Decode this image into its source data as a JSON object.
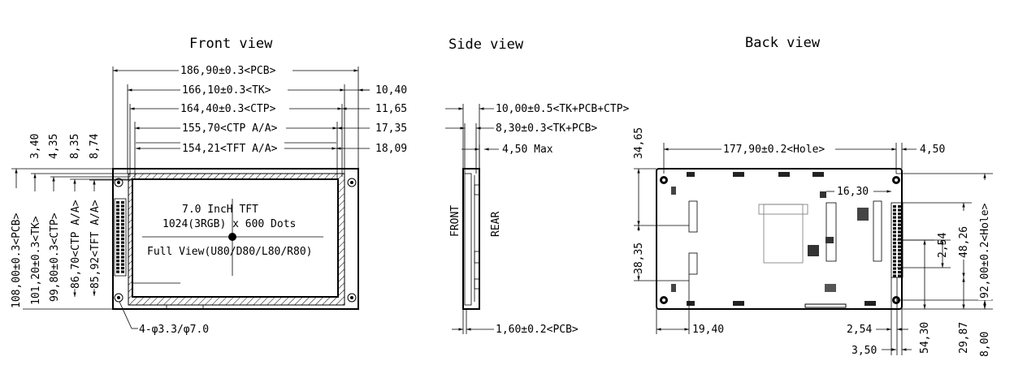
{
  "views": {
    "front_title": "Front view",
    "side_title": "Side view",
    "back_title": "Back view"
  },
  "front": {
    "dim_pcb_width": "186,90±0.3<PCB>",
    "dim_tk_width": "166,10±0.3<TK>",
    "dim_ctp_width": "164,40±0.3<CTP>",
    "dim_ctp_aa_width": "155,70<CTP A/A>",
    "dim_tft_aa_width": "154,21<TFT A/A>",
    "dim_right_1040": "10,40",
    "dim_right_1165": "11,65",
    "dim_right_1735": "17,35",
    "dim_right_1809": "18,09",
    "dim_top_340": "3,40",
    "dim_top_435": "4,35",
    "dim_top_835": "8,35",
    "dim_top_874": "8,74",
    "dim_pcb_height": "108,00±0.3<PCB>",
    "dim_tk_height": "101,20±0.3<TK>",
    "dim_ctp_height": "99,80±0.3<CTP>",
    "dim_ctp_aa_height": "86,70<CTP A/A>",
    "dim_tft_aa_height": "85,92<TFT A/A>",
    "panel_line1": "7.0 InсH TFT",
    "panel_line2": "1024(3RGB) x 600 Dots",
    "panel_line3": "Full View(U80/D80/L80/R80)",
    "hole_note": "4-φ3.3/φ7.0"
  },
  "side": {
    "dim_total": "10,00±0.5<TK+PCB+CTP>",
    "dim_tk_pcb": "8,30±0.3<TK+PCB>",
    "dim_450": "4,50 Max",
    "dim_pcb": "1,60±0.2<PCB>",
    "label_front": "FRONT",
    "label_rear": "REAR"
  },
  "back": {
    "dim_hole_width": "177,90±0.2<Hole>",
    "dim_450": "4,50",
    "dim_3465": "34,65",
    "dim_3835": "38,35",
    "dim_1630": "16,30",
    "dim_254_v": "2,54",
    "dim_4826": "48,26",
    "dim_hole_height": "92,00±0.2<Hole>",
    "dim_1940": "19,40",
    "dim_254_h": "2,54",
    "dim_350": "3,50",
    "dim_5430": "54,30",
    "dim_2987": "29,87",
    "dim_800": "8,00"
  }
}
